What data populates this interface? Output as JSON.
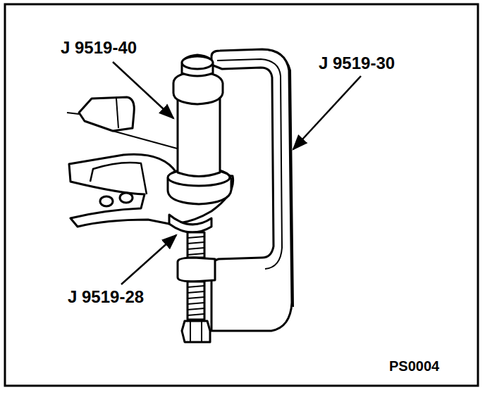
{
  "diagram": {
    "labels": [
      "J 9519-40",
      "J 9519-30",
      "J 9519-28",
      "PS0004"
    ]
  }
}
